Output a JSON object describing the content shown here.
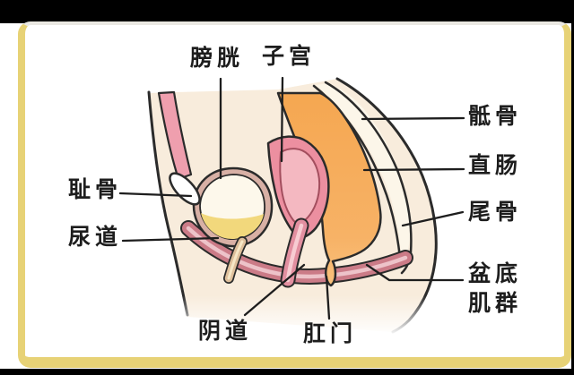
{
  "diagram": {
    "type": "female-pelvis-sagittal-anatomy-illustration",
    "labels": {
      "bladder": "膀胱",
      "uterus": "子宫",
      "sacrum": "骶骨",
      "rectum": "直肠",
      "coccyx": "尾骨",
      "pelvic_floor_line1": "盆底",
      "pelvic_floor_line2": "肌群",
      "pubic_bone": "耻骨",
      "urethra": "尿道",
      "vagina": "阴道",
      "anus": "肛门"
    },
    "palette": {
      "frame_border": "#e7d276",
      "letterbox_bar": "#000000",
      "card_background": "#ffffff",
      "body_fill": "#f8ecdc",
      "sacrum_fill": "#fcf6e9",
      "rectum_orange": "#f6ab57",
      "uterus_pink": "#ec8fa0",
      "abdominal_wall_pink": "#ef9fae",
      "pelvic_floor_band": "#cb7b87",
      "bladder_wall": "#d8b0a5",
      "urine_yellow": "#f2d87c",
      "bone_white": "#ffffff",
      "outline_black": "#2b2b2b"
    }
  }
}
